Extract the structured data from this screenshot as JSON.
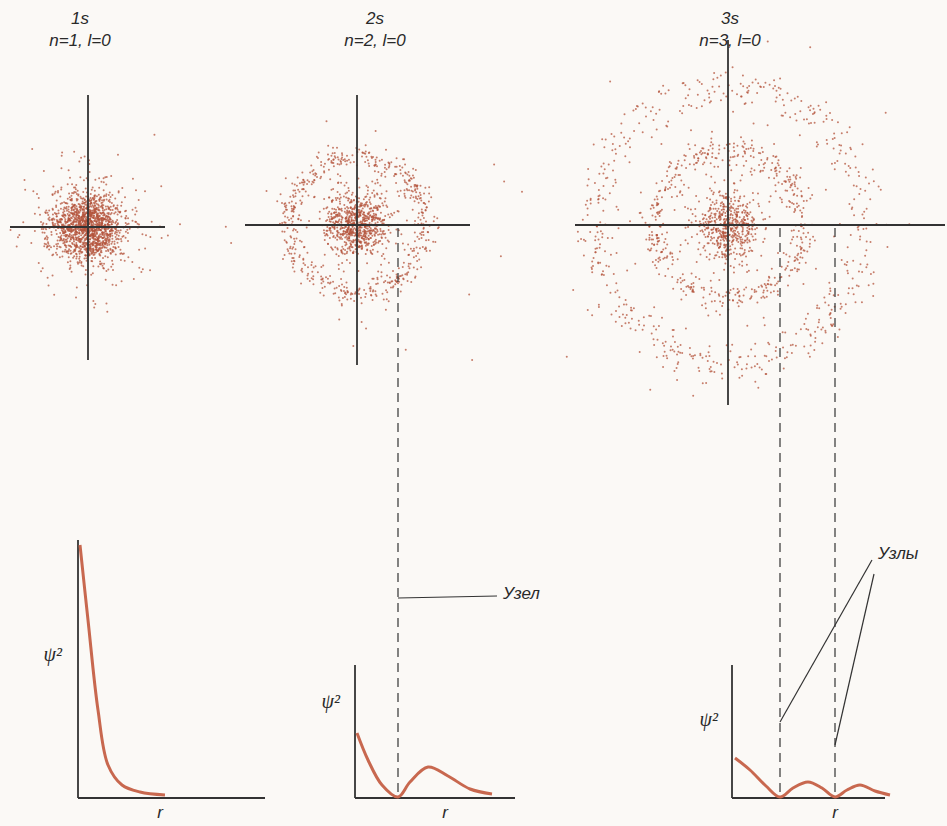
{
  "diagram": {
    "labels": [
      "1s",
      "n=1, l=0",
      "2s",
      "n=2, l=0",
      "3s",
      "n=3, l=0",
      "Узел",
      "Узлы",
      "ψ²",
      "ψ²",
      "ψ²",
      "r",
      "r",
      "r"
    ]
  }
}
